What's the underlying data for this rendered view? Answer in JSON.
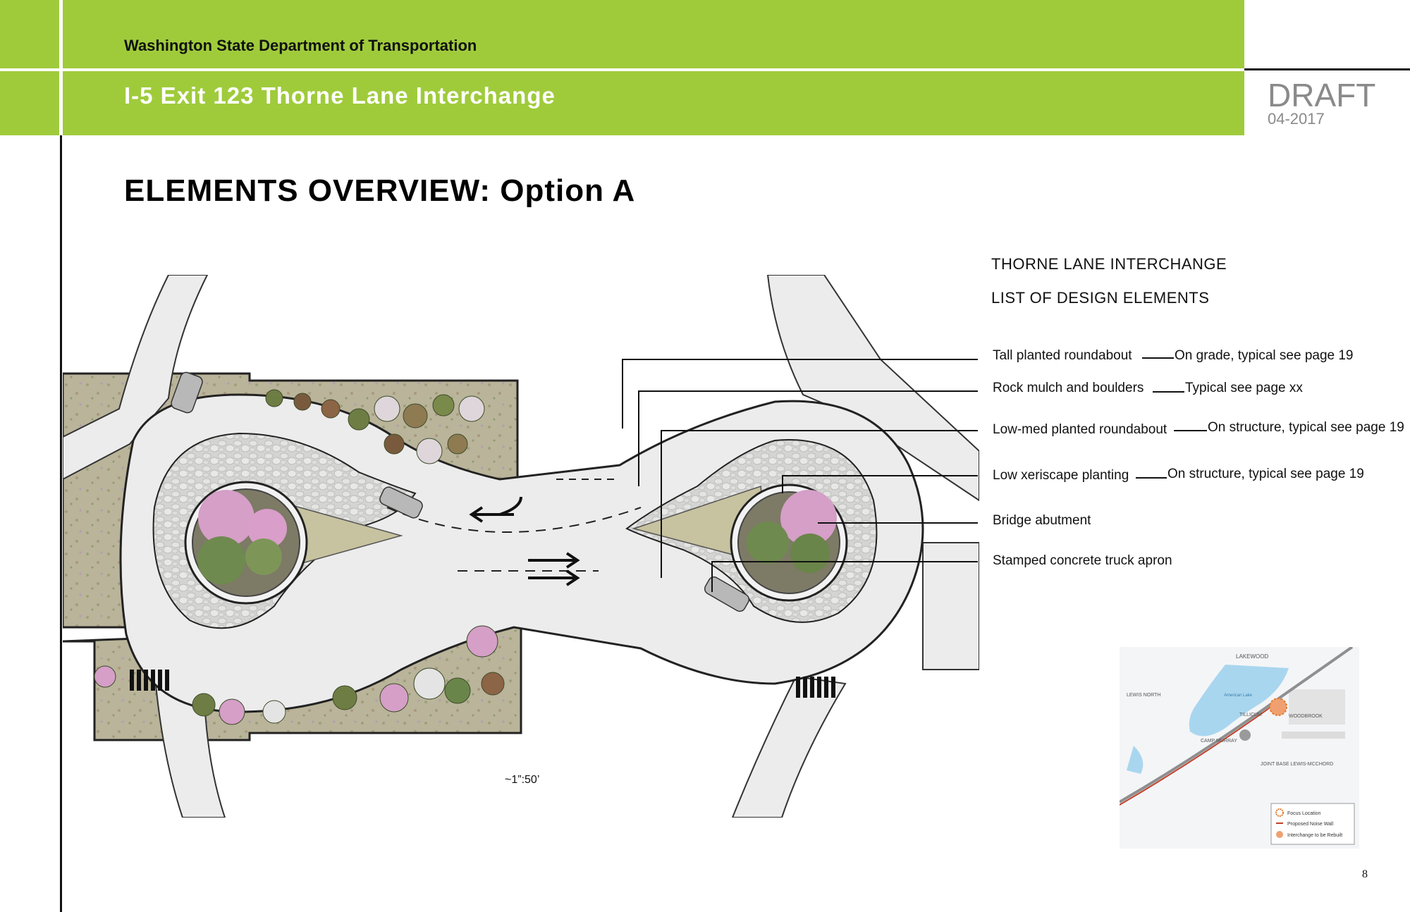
{
  "header": {
    "agency": "Washington State Department of Transportation",
    "project": "I-5 Exit 123 Thorne Lane Interchange",
    "status": "DRAFT",
    "date": "04-2017"
  },
  "page": {
    "title": "ELEMENTS OVERVIEW: Option A",
    "number": "8"
  },
  "legend": {
    "heading1": "THORNE LANE INTERCHANGE",
    "heading2": "LIST OF DESIGN ELEMENTS",
    "items": [
      {
        "label": "Tall planted roundabout",
        "note": "On grade, typical see page 19"
      },
      {
        "label": "Rock mulch and boulders",
        "note": "Typical see page xx"
      },
      {
        "label": "Low-med planted roundabout",
        "note": "On structure, typical see page 19"
      },
      {
        "label": "Low xeriscape planting",
        "note": "On structure, typical see page 19"
      },
      {
        "label": "Bridge abutment",
        "note": ""
      },
      {
        "label": "Stamped concrete truck apron",
        "note": ""
      }
    ]
  },
  "plan": {
    "scale": "~1”:50’"
  },
  "vicinity_map": {
    "places": [
      "LAKEWOOD",
      "LEWIS NORTH",
      "TILLICUM",
      "WOODBROOK",
      "CAMP MURRAY",
      "JOINT BASE LEWIS-MCCHORD",
      "American Lake"
    ],
    "legend": [
      "Focus Location",
      "Proposed Noise Wall",
      "Interchange to be Rebuilt"
    ]
  },
  "colors": {
    "header_green": "#9fcb3b",
    "draft_gray": "#8a8a8a",
    "accent_orange": "#e07a2e"
  }
}
